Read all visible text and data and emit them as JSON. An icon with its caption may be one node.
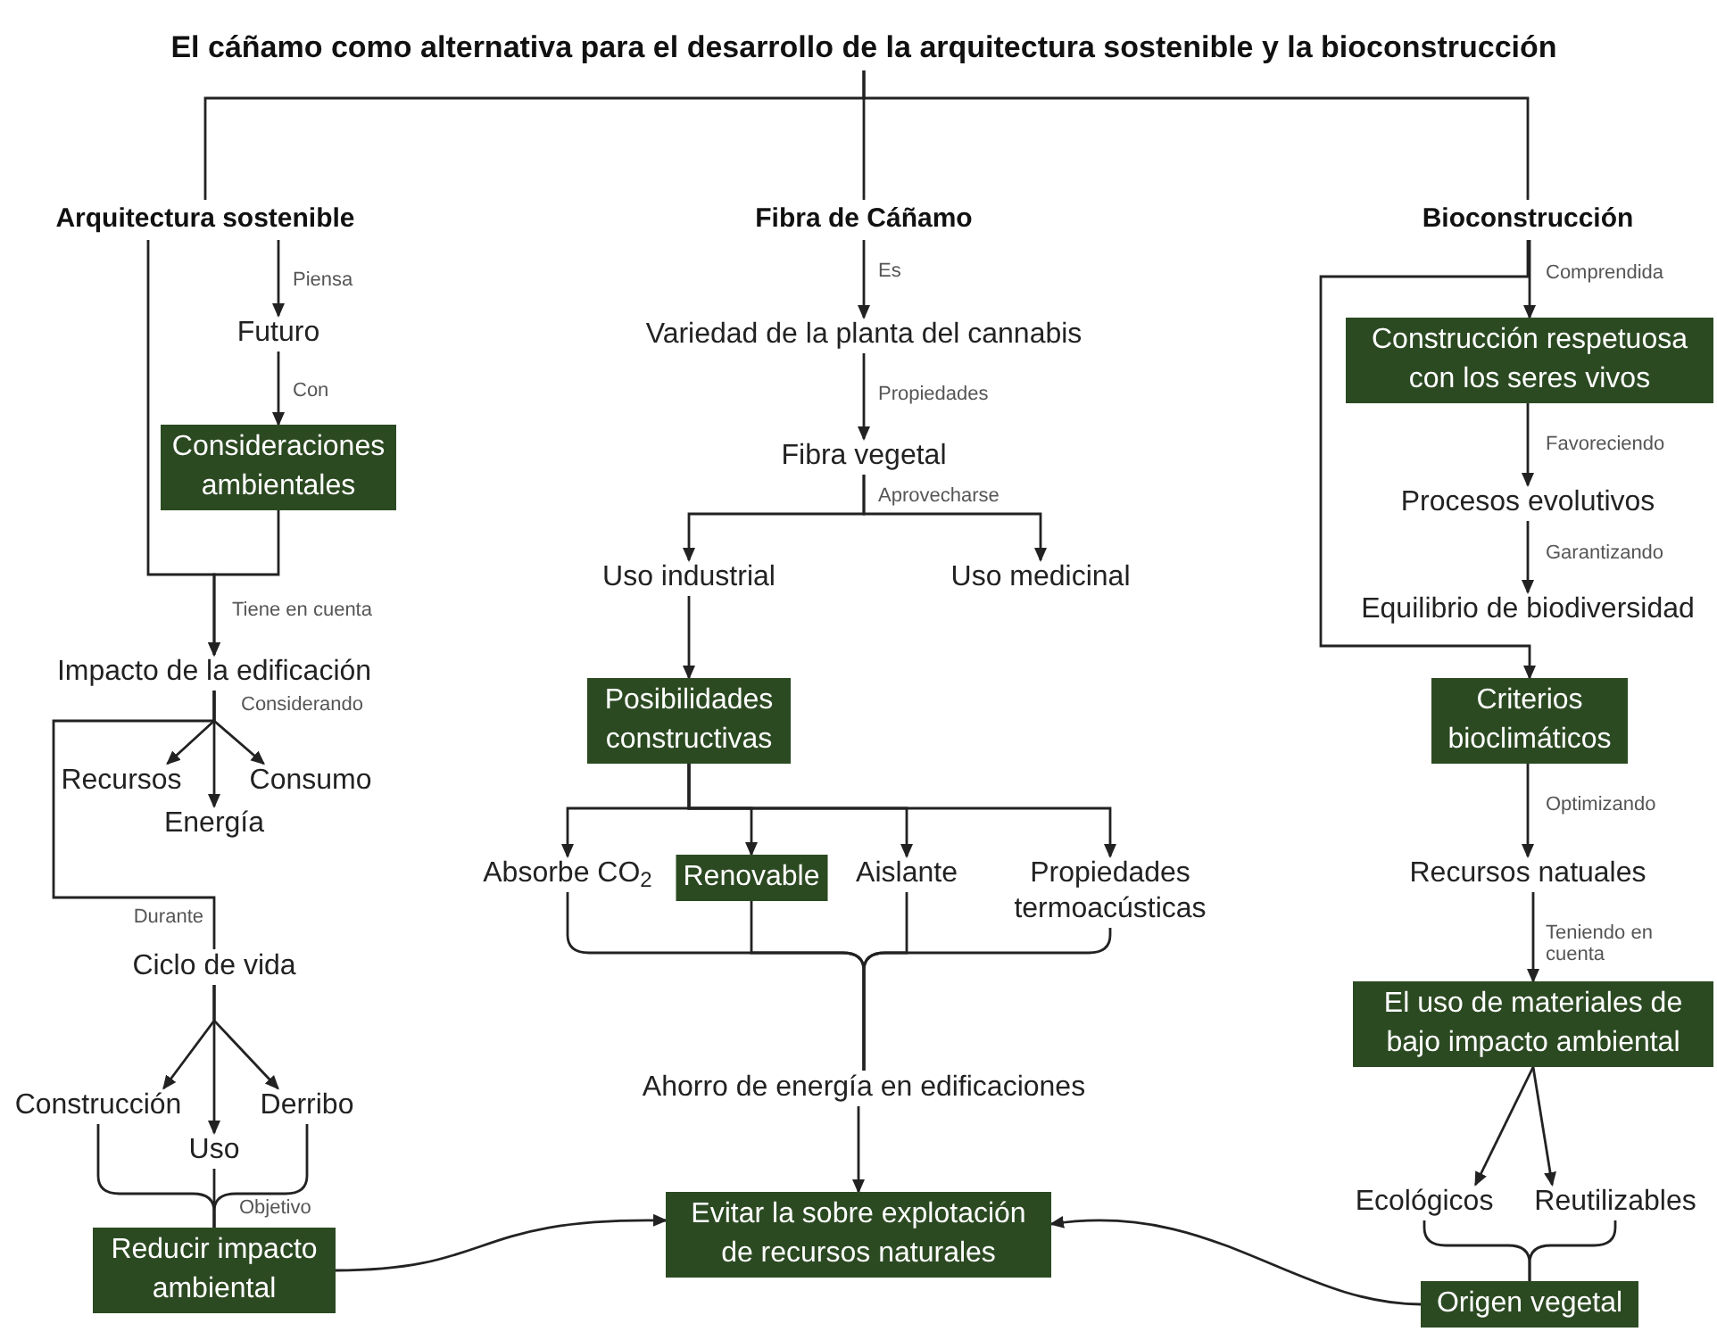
{
  "diagram": {
    "nodes": [
      {
        "text": [
          "El cáñamo como alternativa para el desarrollo de la arquitectura sostenible y la bioconstrucción"
        ]
      },
      {
        "text": [
          "Arquitectura sostenible"
        ]
      },
      {
        "text": [
          "Futuro"
        ]
      },
      {
        "text": [
          "Consideraciones ambientales"
        ]
      },
      {
        "text": [
          "Impacto de la edificación"
        ]
      },
      {
        "text": [
          "Recursos"
        ]
      },
      {
        "text": [
          "Energía"
        ]
      },
      {
        "text": [
          "Consumo"
        ]
      },
      {
        "text": [
          "Ciclo de vida"
        ]
      },
      {
        "text": [
          "Construcción"
        ]
      },
      {
        "text": [
          "Uso"
        ]
      },
      {
        "text": [
          "Derribo"
        ]
      },
      {
        "text": [
          "Reducir impacto ambiental"
        ]
      },
      {
        "text": [
          "Fibra de Cáñamo"
        ]
      },
      {
        "text": [
          "Variedad de la planta del cannabis"
        ]
      },
      {
        "text": [
          "Fibra vegetal"
        ]
      },
      {
        "text": [
          "Uso industrial"
        ]
      },
      {
        "text": [
          "Uso medicinal"
        ]
      },
      {
        "text": [
          "Posibilidades constructivas"
        ]
      },
      {
        "text": [
          "Absorbe CO$_{2}$"
        ]
      },
      {
        "text": [
          "Renovable"
        ]
      },
      {
        "text": [
          "Aislante"
        ]
      },
      {
        "text": [
          "Propiedades termoacústicas"
        ]
      },
      {
        "text": [
          "Ahorro de energía en edificaciones"
        ]
      },
      {
        "text": [
          "Evitar la sobre explotación de recursos naturales"
        ]
      },
      {
        "text": [
          "Bioconstrucción"
        ]
      },
      {
        "text": [
          "Construcción respetuosa con los seres vivos"
        ]
      },
      {
        "text": [
          "Procesos evolutivos"
        ]
      },
      {
        "text": [
          "Equilibrio de biodiversidad"
        ]
      },
      {
        "text": [
          "Criterios bioclimáticos"
        ]
      },
      {
        "text": [
          "Recursos natuales"
        ]
      },
      {
        "text": [
          "El uso de materiales de bajo impacto ambiental"
        ]
      },
      {
        "text": [
          "Ecológicos"
        ]
      },
      {
        "text": [
          "Reutilizables"
        ]
      },
      {
        "text": [
          "Origen vegetal"
        ]
      }
    ],
    "edges": [
      {
        "from": 0,
        "to": 1,
        "arrow": "none"
      },
      {
        "from": 0,
        "to": 13,
        "arrow": "none"
      },
      {
        "from": 0,
        "to": 25,
        "arrow": "none"
      },
      {
        "from": 1,
        "to": 2,
        "arrow": "to",
        "label": "Piensa"
      },
      {
        "from": 2,
        "to": 3,
        "arrow": "to",
        "label": "Con"
      },
      {
        "from": 1,
        "to": 4,
        "arrow": "to"
      },
      {
        "from": 3,
        "to": 4,
        "arrow": "to",
        "label": "Tiene en cuenta"
      },
      {
        "from": 4,
        "to": 5,
        "arrow": "to"
      },
      {
        "from": 4,
        "to": 6,
        "arrow": "to",
        "label": "Considerando"
      },
      {
        "from": 4,
        "to": 7,
        "arrow": "to"
      },
      {
        "from": 4,
        "to": 8,
        "arrow": "none",
        "label": "Durante"
      },
      {
        "from": 8,
        "to": 9,
        "arrow": "to"
      },
      {
        "from": 8,
        "to": 10,
        "arrow": "to"
      },
      {
        "from": 8,
        "to": 11,
        "arrow": "to"
      },
      {
        "from": 9,
        "to": 12,
        "arrow": "none",
        "label": "Objetivo"
      },
      {
        "from": 10,
        "to": 12,
        "arrow": "none"
      },
      {
        "from": 11,
        "to": 12,
        "arrow": "none"
      },
      {
        "from": 12,
        "to": 24,
        "arrow": "to"
      },
      {
        "from": 13,
        "to": 14,
        "arrow": "to",
        "label": "Es"
      },
      {
        "from": 14,
        "to": 15,
        "arrow": "to",
        "label": "Propiedades"
      },
      {
        "from": 15,
        "to": 16,
        "arrow": "to",
        "label": "Aprovecharse"
      },
      {
        "from": 15,
        "to": 17,
        "arrow": "to"
      },
      {
        "from": 16,
        "to": 18,
        "arrow": "to"
      },
      {
        "from": 18,
        "to": 19,
        "arrow": "to"
      },
      {
        "from": 18,
        "to": 20,
        "arrow": "to"
      },
      {
        "from": 18,
        "to": 21,
        "arrow": "to"
      },
      {
        "from": 18,
        "to": 22,
        "arrow": "to"
      },
      {
        "from": 19,
        "to": 23,
        "arrow": "none"
      },
      {
        "from": 20,
        "to": 23,
        "arrow": "none"
      },
      {
        "from": 21,
        "to": 23,
        "arrow": "none"
      },
      {
        "from": 22,
        "to": 23,
        "arrow": "none"
      },
      {
        "from": 23,
        "to": 24,
        "arrow": "to"
      },
      {
        "from": 25,
        "to": 26,
        "arrow": "to",
        "label": "Comprendida"
      },
      {
        "from": 26,
        "to": 27,
        "arrow": "to",
        "label": "Favoreciendo"
      },
      {
        "from": 27,
        "to": 28,
        "arrow": "to",
        "label": "Garantizando"
      },
      {
        "from": 25,
        "to": 29,
        "arrow": "to"
      },
      {
        "from": 29,
        "to": 30,
        "arrow": "to",
        "label": "Optimizando"
      },
      {
        "from": 30,
        "to": 31,
        "arrow": "to",
        "label": "Teniendo en cuenta"
      },
      {
        "from": 31,
        "to": 32,
        "arrow": "to"
      },
      {
        "from": 31,
        "to": 33,
        "arrow": "to"
      },
      {
        "from": 32,
        "to": 34,
        "arrow": "none"
      },
      {
        "from": 33,
        "to": 34,
        "arrow": "none"
      },
      {
        "from": 34,
        "to": 24,
        "arrow": "to"
      }
    ]
  }
}
